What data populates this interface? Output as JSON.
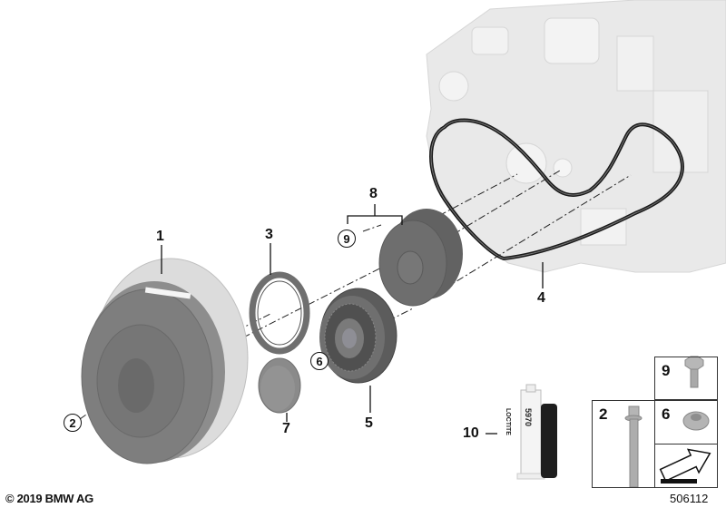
{
  "diagram": {
    "title": "Belt drive / vibration damper exploded parts diagram",
    "callouts": [
      {
        "id": "1",
        "label": "1",
        "part": "vibration-damper"
      },
      {
        "id": "2",
        "label": "2",
        "part": "bolt",
        "circled": true
      },
      {
        "id": "3",
        "label": "3",
        "part": "shaft-seal"
      },
      {
        "id": "4",
        "label": "4",
        "part": "ribbed-v-belt"
      },
      {
        "id": "5",
        "label": "5",
        "part": "tensioning-pulley"
      },
      {
        "id": "6",
        "label": "6",
        "part": "nut",
        "circled": true
      },
      {
        "id": "7",
        "label": "7",
        "part": "cover-cap"
      },
      {
        "id": "8",
        "label": "8",
        "part": "deflection-pulley-assembly"
      },
      {
        "id": "9",
        "label": "9",
        "part": "bolt",
        "circled": true
      },
      {
        "id": "10",
        "label": "10",
        "part": "sealant-tube"
      }
    ],
    "sealant_label": {
      "brand": "LOCTITE",
      "number": "5970"
    },
    "legend_boxes": [
      {
        "label": "9",
        "part": "flange-bolt"
      },
      {
        "label": "2",
        "part": "long-bolt"
      },
      {
        "label": "6",
        "part": "flange-nut"
      },
      {
        "label": "",
        "part": "arrow-symbol"
      }
    ]
  },
  "footer": {
    "copyright": "© 2019 BMW AG",
    "diagram_number": "506112"
  }
}
